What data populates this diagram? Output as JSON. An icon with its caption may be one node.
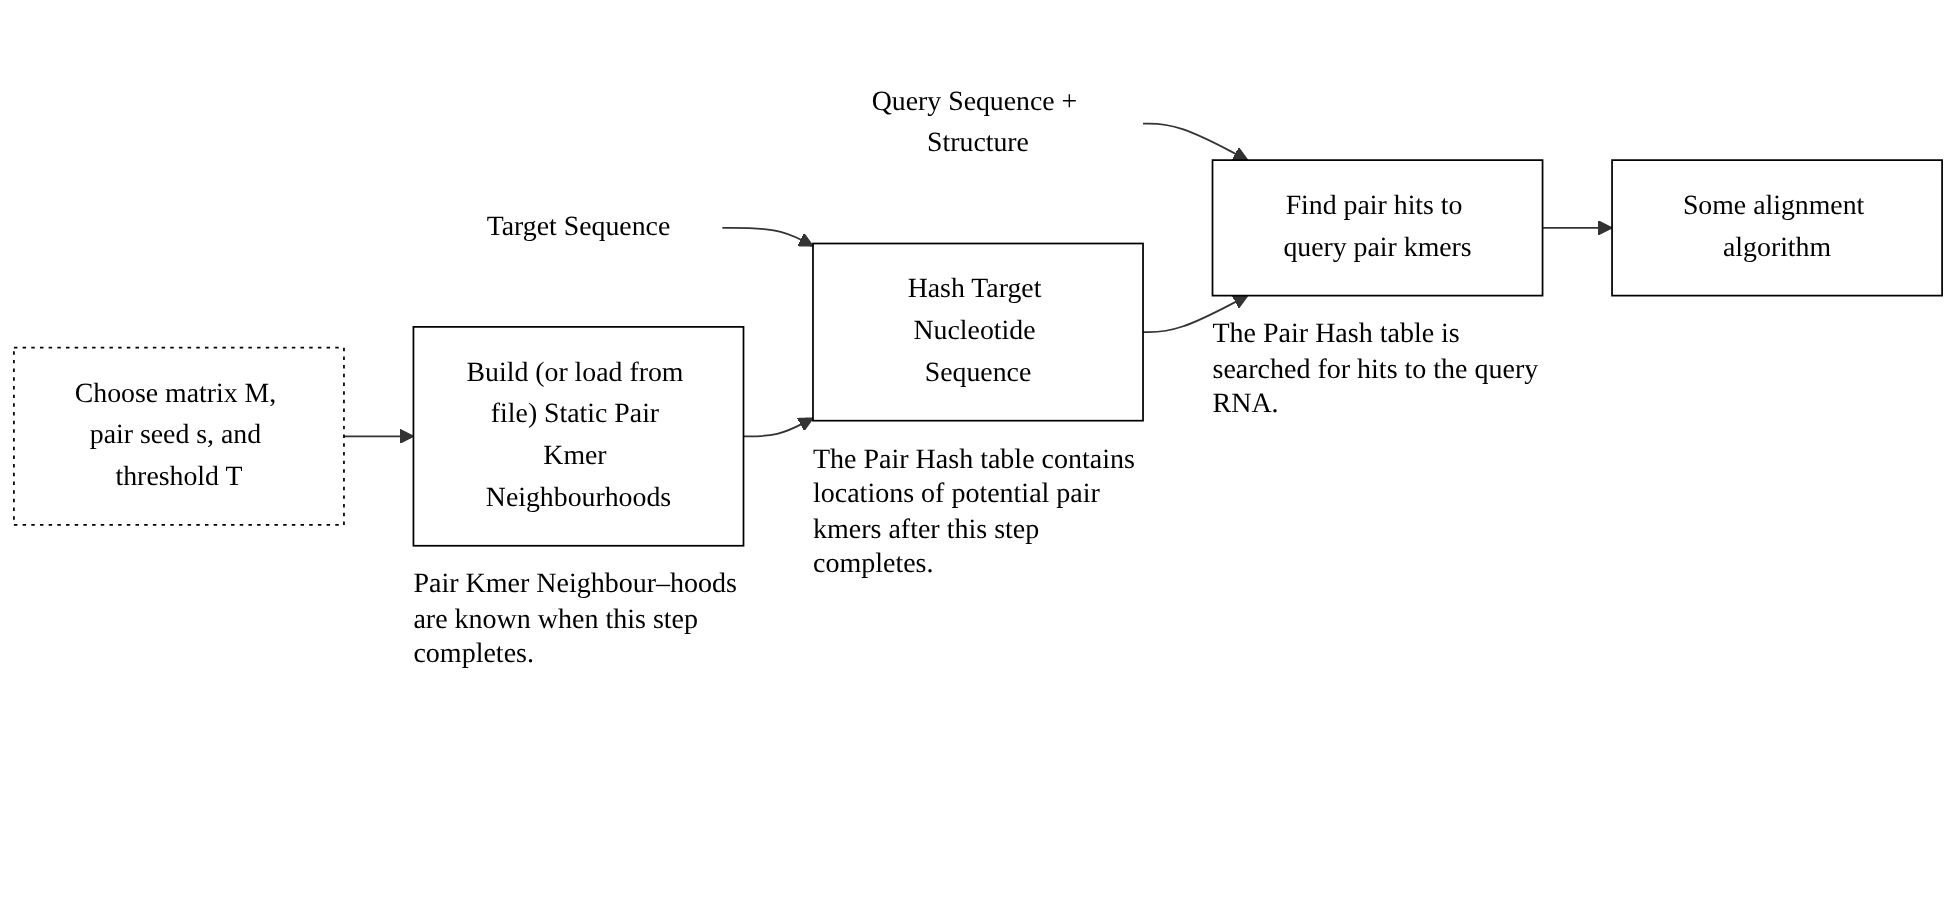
{
  "diagram": {
    "nodes": [
      {
        "text": [
          "Query Sequence + Structure"
        ]
      },
      {
        "text": [
          "Target Sequence"
        ]
      },
      {
        "text": [
          "Choose matrix M, pair seed s, and threshold T"
        ]
      },
      {
        "text": [
          "Build (or load from file) Static Pair Kmer Neighbourhoods"
        ],
        "beside": [
          "Pair Kmer Neighbour–hoods are known when this step completes."
        ]
      },
      {
        "text": [
          "Hash Target Nucleotide Sequence"
        ],
        "beside": [
          "The Pair Hash table contains locations of potential pair kmers after this step completes."
        ]
      },
      {
        "text": [
          "Find pair hits to query pair kmers"
        ],
        "beside": [
          "The Pair Hash table is searched for hits to the query RNA."
        ]
      },
      {
        "text": [
          "Some alignment algorithm"
        ]
      }
    ],
    "edges": [
      {
        "from": 0,
        "to": 5,
        "arrow": "to"
      },
      {
        "from": 1,
        "to": 4,
        "arrow": "to"
      },
      {
        "from": 2,
        "to": 3,
        "arrow": "to"
      },
      {
        "from": 3,
        "to": 4,
        "arrow": "to"
      },
      {
        "from": 4,
        "to": 5,
        "arrow": "to"
      },
      {
        "from": 5,
        "to": 6,
        "arrow": "to"
      }
    ]
  }
}
